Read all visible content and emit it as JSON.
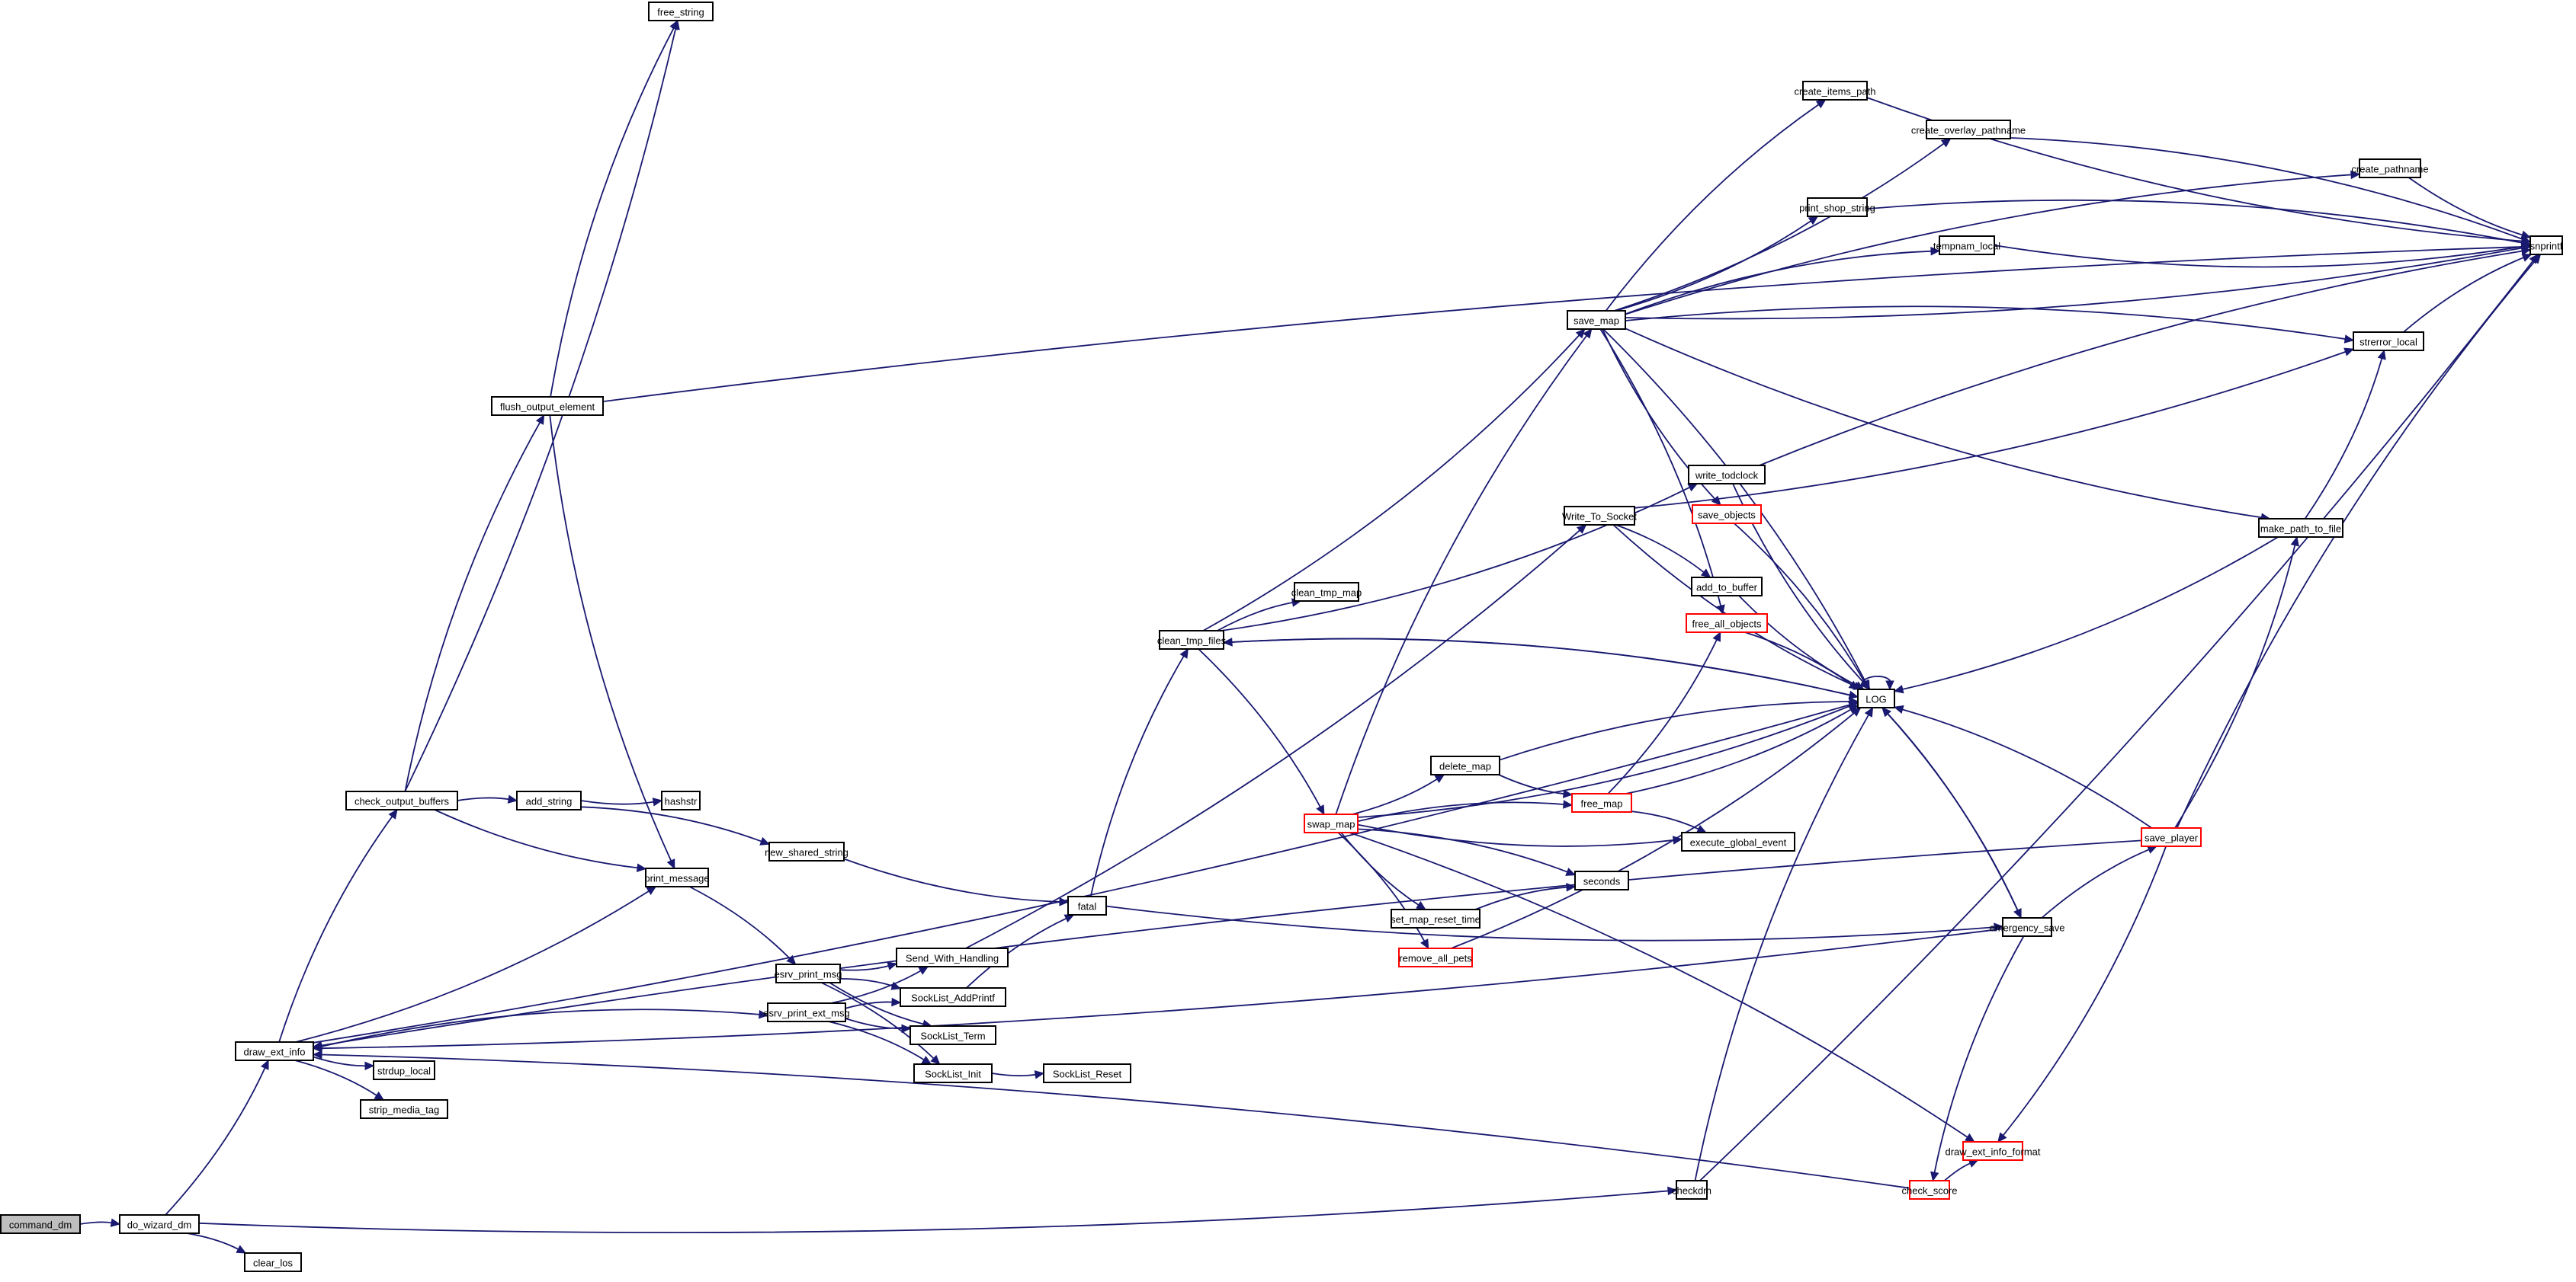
{
  "diagram": {
    "type": "call-graph",
    "title": "command_dm call graph",
    "colors": {
      "edge": "#191970",
      "node_border": "#000000",
      "truncated_border": "#ff0000",
      "root_fill": "#bfbfbf",
      "background": "#ffffff"
    },
    "nodes": [
      {
        "id": "command_dm",
        "label": "command_dm",
        "root": true
      },
      {
        "id": "do_wizard_dm",
        "label": "do_wizard_dm"
      },
      {
        "id": "clear_los",
        "label": "clear_los"
      },
      {
        "id": "draw_ext_info",
        "label": "draw_ext_info"
      },
      {
        "id": "strdup_local",
        "label": "strdup_local"
      },
      {
        "id": "strip_media_tag",
        "label": "strip_media_tag"
      },
      {
        "id": "check_output_buffers",
        "label": "check_output_buffers"
      },
      {
        "id": "flush_output_element",
        "label": "flush_output_element"
      },
      {
        "id": "free_string",
        "label": "free_string"
      },
      {
        "id": "add_string",
        "label": "add_string"
      },
      {
        "id": "hashstr",
        "label": "hashstr"
      },
      {
        "id": "new_shared_string",
        "label": "new_shared_string"
      },
      {
        "id": "print_message",
        "label": "print_message"
      },
      {
        "id": "esrv_print_msg",
        "label": "esrv_print_msg"
      },
      {
        "id": "esrv_print_ext_msg",
        "label": "esrv_print_ext_msg"
      },
      {
        "id": "Send_With_Handling",
        "label": "Send_With_Handling"
      },
      {
        "id": "SockList_AddPrintf",
        "label": "SockList_AddPrintf"
      },
      {
        "id": "SockList_Term",
        "label": "SockList_Term"
      },
      {
        "id": "SockList_Init",
        "label": "SockList_Init"
      },
      {
        "id": "SockList_Reset",
        "label": "SockList_Reset"
      },
      {
        "id": "fatal",
        "label": "fatal"
      },
      {
        "id": "clean_tmp_files",
        "label": "clean_tmp_files"
      },
      {
        "id": "clean_tmp_map",
        "label": "clean_tmp_map"
      },
      {
        "id": "Write_To_Socket",
        "label": "Write_To_Socket"
      },
      {
        "id": "swap_map",
        "label": "swap_map",
        "truncated": true
      },
      {
        "id": "delete_map",
        "label": "delete_map"
      },
      {
        "id": "free_map",
        "label": "free_map",
        "truncated": true
      },
      {
        "id": "execute_global_event",
        "label": "execute_global_event"
      },
      {
        "id": "seconds",
        "label": "seconds"
      },
      {
        "id": "set_map_reset_time",
        "label": "set_map_reset_time"
      },
      {
        "id": "remove_all_pets",
        "label": "remove_all_pets",
        "truncated": true
      },
      {
        "id": "save_map",
        "label": "save_map"
      },
      {
        "id": "create_items_path",
        "label": "create_items_path"
      },
      {
        "id": "create_overlay_pathname",
        "label": "create_overlay_pathname"
      },
      {
        "id": "create_pathname",
        "label": "create_pathname"
      },
      {
        "id": "print_shop_string",
        "label": "print_shop_string"
      },
      {
        "id": "tempnam_local",
        "label": "tempnam_local"
      },
      {
        "id": "snprintf",
        "label": "snprintf"
      },
      {
        "id": "strerror_local",
        "label": "strerror_local"
      },
      {
        "id": "write_todclock",
        "label": "write_todclock"
      },
      {
        "id": "save_objects",
        "label": "save_objects",
        "truncated": true
      },
      {
        "id": "add_to_buffer",
        "label": "add_to_buffer"
      },
      {
        "id": "free_all_objects",
        "label": "free_all_objects",
        "truncated": true
      },
      {
        "id": "LOG",
        "label": "LOG"
      },
      {
        "id": "make_path_to_file",
        "label": "make_path_to_file"
      },
      {
        "id": "emergency_save",
        "label": "emergency_save"
      },
      {
        "id": "save_player",
        "label": "save_player",
        "truncated": true
      },
      {
        "id": "checkdm",
        "label": "checkdm"
      },
      {
        "id": "check_score",
        "label": "check_score",
        "truncated": true
      },
      {
        "id": "draw_ext_info_format",
        "label": "draw_ext_info_format",
        "truncated": true
      }
    ],
    "edges": [
      [
        "command_dm",
        "do_wizard_dm"
      ],
      [
        "do_wizard_dm",
        "draw_ext_info"
      ],
      [
        "do_wizard_dm",
        "clear_los"
      ],
      [
        "do_wizard_dm",
        "checkdm"
      ],
      [
        "draw_ext_info",
        "check_output_buffers"
      ],
      [
        "draw_ext_info",
        "print_message"
      ],
      [
        "draw_ext_info",
        "esrv_print_ext_msg"
      ],
      [
        "draw_ext_info",
        "strdup_local"
      ],
      [
        "draw_ext_info",
        "strip_media_tag"
      ],
      [
        "draw_ext_info",
        "LOG"
      ],
      [
        "check_output_buffers",
        "flush_output_element"
      ],
      [
        "check_output_buffers",
        "free_string"
      ],
      [
        "check_output_buffers",
        "add_string"
      ],
      [
        "check_output_buffers",
        "print_message"
      ],
      [
        "flush_output_element",
        "free_string"
      ],
      [
        "flush_output_element",
        "print_message"
      ],
      [
        "flush_output_element",
        "snprintf"
      ],
      [
        "add_string",
        "hashstr"
      ],
      [
        "add_string",
        "new_shared_string"
      ],
      [
        "new_shared_string",
        "fatal"
      ],
      [
        "print_message",
        "esrv_print_msg"
      ],
      [
        "esrv_print_msg",
        "Send_With_Handling"
      ],
      [
        "esrv_print_msg",
        "SockList_AddPrintf"
      ],
      [
        "esrv_print_msg",
        "SockList_Term"
      ],
      [
        "esrv_print_msg",
        "SockList_Init"
      ],
      [
        "esrv_print_ext_msg",
        "Send_With_Handling"
      ],
      [
        "esrv_print_ext_msg",
        "SockList_AddPrintf"
      ],
      [
        "esrv_print_ext_msg",
        "SockList_Term"
      ],
      [
        "esrv_print_ext_msg",
        "SockList_Init"
      ],
      [
        "SockList_Init",
        "SockList_Reset"
      ],
      [
        "SockList_AddPrintf",
        "fatal"
      ],
      [
        "Send_With_Handling",
        "Write_To_Socket"
      ],
      [
        "fatal",
        "clean_tmp_files"
      ],
      [
        "fatal",
        "emergency_save"
      ],
      [
        "clean_tmp_files",
        "clean_tmp_map"
      ],
      [
        "clean_tmp_files",
        "save_map"
      ],
      [
        "clean_tmp_files",
        "swap_map"
      ],
      [
        "clean_tmp_files",
        "write_todclock"
      ],
      [
        "clean_tmp_files",
        "LOG"
      ],
      [
        "LOG",
        "clean_tmp_files"
      ],
      [
        "swap_map",
        "save_map"
      ],
      [
        "swap_map",
        "delete_map"
      ],
      [
        "swap_map",
        "free_map"
      ],
      [
        "swap_map",
        "execute_global_event"
      ],
      [
        "swap_map",
        "seconds"
      ],
      [
        "swap_map",
        "set_map_reset_time"
      ],
      [
        "swap_map",
        "remove_all_pets"
      ],
      [
        "swap_map",
        "LOG"
      ],
      [
        "swap_map",
        "draw_ext_info_format"
      ],
      [
        "delete_map",
        "free_map"
      ],
      [
        "delete_map",
        "LOG"
      ],
      [
        "free_map",
        "free_all_objects"
      ],
      [
        "free_map",
        "execute_global_event"
      ],
      [
        "free_map",
        "LOG"
      ],
      [
        "set_map_reset_time",
        "seconds"
      ],
      [
        "remove_all_pets",
        "LOG"
      ],
      [
        "save_map",
        "create_items_path"
      ],
      [
        "save_map",
        "create_overlay_pathname"
      ],
      [
        "save_map",
        "create_pathname"
      ],
      [
        "save_map",
        "print_shop_string"
      ],
      [
        "save_map",
        "tempnam_local"
      ],
      [
        "save_map",
        "snprintf"
      ],
      [
        "save_map",
        "strerror_local"
      ],
      [
        "save_map",
        "save_objects"
      ],
      [
        "save_map",
        "free_all_objects"
      ],
      [
        "save_map",
        "make_path_to_file"
      ],
      [
        "save_map",
        "LOG"
      ],
      [
        "create_items_path",
        "snprintf"
      ],
      [
        "create_overlay_pathname",
        "snprintf"
      ],
      [
        "create_pathname",
        "snprintf"
      ],
      [
        "print_shop_string",
        "snprintf"
      ],
      [
        "tempnam_local",
        "snprintf"
      ],
      [
        "strerror_local",
        "snprintf"
      ],
      [
        "Write_To_Socket",
        "strerror_local"
      ],
      [
        "Write_To_Socket",
        "add_to_buffer"
      ],
      [
        "Write_To_Socket",
        "LOG"
      ],
      [
        "write_todclock",
        "snprintf"
      ],
      [
        "write_todclock",
        "LOG"
      ],
      [
        "save_objects",
        "LOG"
      ],
      [
        "add_to_buffer",
        "LOG"
      ],
      [
        "free_all_objects",
        "LOG"
      ],
      [
        "LOG",
        "LOG"
      ],
      [
        "LOG",
        "emergency_save"
      ],
      [
        "emergency_save",
        "LOG"
      ],
      [
        "emergency_save",
        "save_player"
      ],
      [
        "emergency_save",
        "check_score"
      ],
      [
        "emergency_save",
        "draw_ext_info"
      ],
      [
        "make_path_to_file",
        "strerror_local"
      ],
      [
        "make_path_to_file",
        "LOG"
      ],
      [
        "save_player",
        "make_path_to_file"
      ],
      [
        "save_player",
        "snprintf"
      ],
      [
        "save_player",
        "LOG"
      ],
      [
        "save_player",
        "draw_ext_info_format"
      ],
      [
        "save_player",
        "draw_ext_info"
      ],
      [
        "checkdm",
        "LOG"
      ],
      [
        "checkdm",
        "snprintf"
      ],
      [
        "check_score",
        "draw_ext_info_format"
      ],
      [
        "check_score",
        "draw_ext_info"
      ]
    ]
  }
}
